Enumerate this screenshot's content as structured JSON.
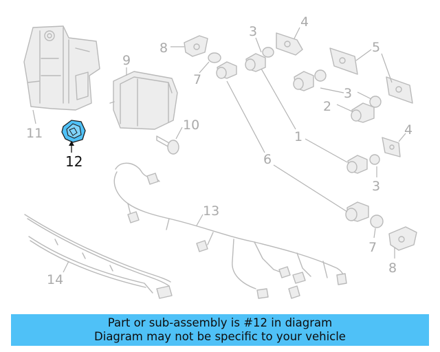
{
  "callouts": {
    "n1": "1",
    "n2": "2",
    "n3a": "3",
    "n3b": "3",
    "n3c": "3",
    "n4a": "4",
    "n4b": "4",
    "n5": "5",
    "n6": "6",
    "n7a": "7",
    "n7b": "7",
    "n8a": "8",
    "n8b": "8",
    "n9": "9",
    "n10": "10",
    "n11": "11",
    "n12": "12",
    "n13": "13",
    "n14": "14"
  },
  "highlight_color": "#4fc1f7",
  "banner": {
    "line1": "Part or sub-assembly is #12 in diagram",
    "line2": "Diagram may not be specific to your vehicle"
  }
}
